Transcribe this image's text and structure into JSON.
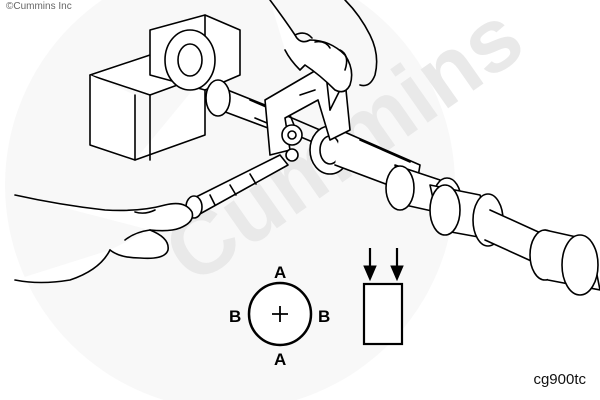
{
  "watermark": {
    "text": "Cummins"
  },
  "copyright": "©Cummins Inc",
  "figure_code": "cg900tc",
  "journal_labels": {
    "top": "A",
    "bottom": "A",
    "left": "B",
    "right": "B"
  }
}
